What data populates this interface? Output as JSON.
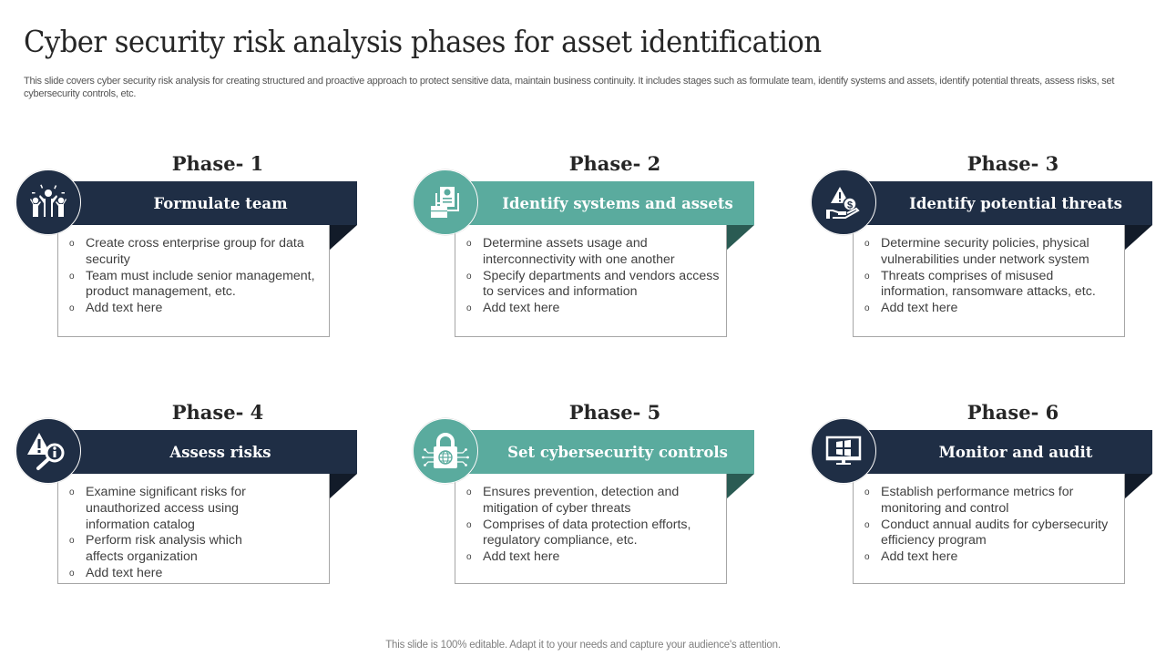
{
  "slide": {
    "title": "Cyber security risk analysis phases for asset identification",
    "subtitle": "This slide covers cyber security risk analysis for creating structured and proactive approach to protect sensitive data, maintain business continuity. It includes stages such as formulate team, identify systems and assets, identify potential threats, assess risks, set cybersecurity controls, etc.",
    "footer": "This slide is 100% editable. Adapt it to your needs and capture your audience's attention."
  },
  "colors": {
    "navy": "#1f2e45",
    "teal": "#5aab9e",
    "navy_fold": "#121b29",
    "teal_fold": "#2a5b53"
  },
  "phases": [
    {
      "label": "Phase- 1",
      "title": "Formulate team",
      "icon": "team-celebrate-icon",
      "theme": "navy",
      "bullets": [
        "Create cross enterprise group for data security",
        "Team must include senior management, product management, etc.",
        "Add text here"
      ]
    },
    {
      "label": "Phase- 2",
      "title": "Identify systems and assets",
      "icon": "assets-document-briefcase-icon",
      "theme": "teal",
      "bullets": [
        "Determine assets usage and interconnectivity with one another",
        "Specify departments and vendors access to services and information",
        "Add text here"
      ]
    },
    {
      "label": "Phase- 3",
      "title": "Identify potential threats",
      "icon": "hand-warning-dollar-icon",
      "theme": "navy",
      "bullets": [
        "Determine security policies, physical vulnerabilities under network system",
        "Threats comprises of misused information, ransomware attacks, etc.",
        "Add text here"
      ]
    },
    {
      "label": "Phase- 4",
      "title": "Assess risks",
      "icon": "warning-magnifier-info-icon",
      "theme": "navy",
      "bullets": [
        "Examine significant risks for unauthorized access using information catalog",
        "Perform risk analysis  which affects organization",
        "Add text here"
      ]
    },
    {
      "label": "Phase- 5",
      "title": "Set cybersecurity controls",
      "icon": "padlock-globe-circuit-icon",
      "theme": "teal",
      "bullets": [
        "Ensures prevention, detection and mitigation of cyber threats",
        "Comprises of data protection efforts, regulatory compliance, etc.",
        "Add text here"
      ]
    },
    {
      "label": "Phase- 6",
      "title": "Monitor and audit",
      "icon": "monitor-windows-icon",
      "theme": "navy",
      "bullets": [
        "Establish performance metrics for monitoring and control",
        "Conduct annual audits for cybersecurity efficiency program",
        "Add text here"
      ]
    }
  ]
}
